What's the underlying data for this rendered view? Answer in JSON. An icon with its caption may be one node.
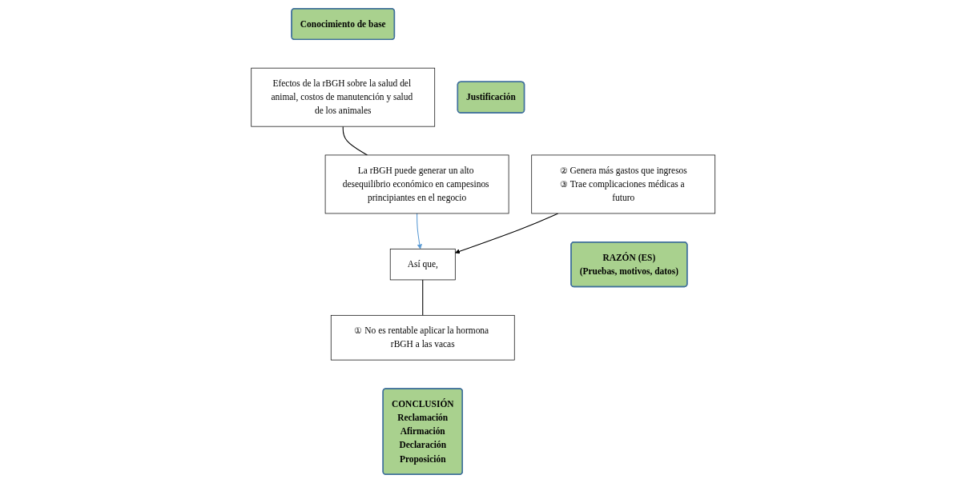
{
  "diagram": {
    "nodes": [
      {
        "text": [
          "Conocimiento de base"
        ]
      },
      {
        "text": [
          "Efectos de la rBGH sobre la salud del animal, costos de manutención y salud de los animales"
        ]
      },
      {
        "text": [
          "Justificación"
        ]
      },
      {
        "text": [
          "La rBGH puede generar un alto desequilibrio económico en campesinos principiantes en el negocio"
        ]
      },
      {
        "text": [
          "② Genera más gastos que ingresos",
          "③ Trae complicaciones médicas a futuro"
        ]
      },
      {
        "text": [
          "Así que,"
        ]
      },
      {
        "text": [
          "① No es rentable aplicar la hormona rBGH a las vacas"
        ]
      },
      {
        "text": [
          "RAZÓN (ES)",
          "(Pruebas, motivos, datos)"
        ]
      },
      {
        "text": [
          "CONCLUSIÓN",
          "Reclamación",
          "Afirmación",
          "Declaración",
          "Proposición"
        ]
      }
    ],
    "edges": [
      {
        "from": 1,
        "to": 3,
        "arrow": "none"
      },
      {
        "from": 3,
        "to": 5,
        "arrow": "to",
        "color": "#5b9bd5"
      },
      {
        "from": 4,
        "to": 5,
        "arrow": "to"
      },
      {
        "from": 5,
        "to": 6,
        "arrow": "none"
      }
    ]
  }
}
